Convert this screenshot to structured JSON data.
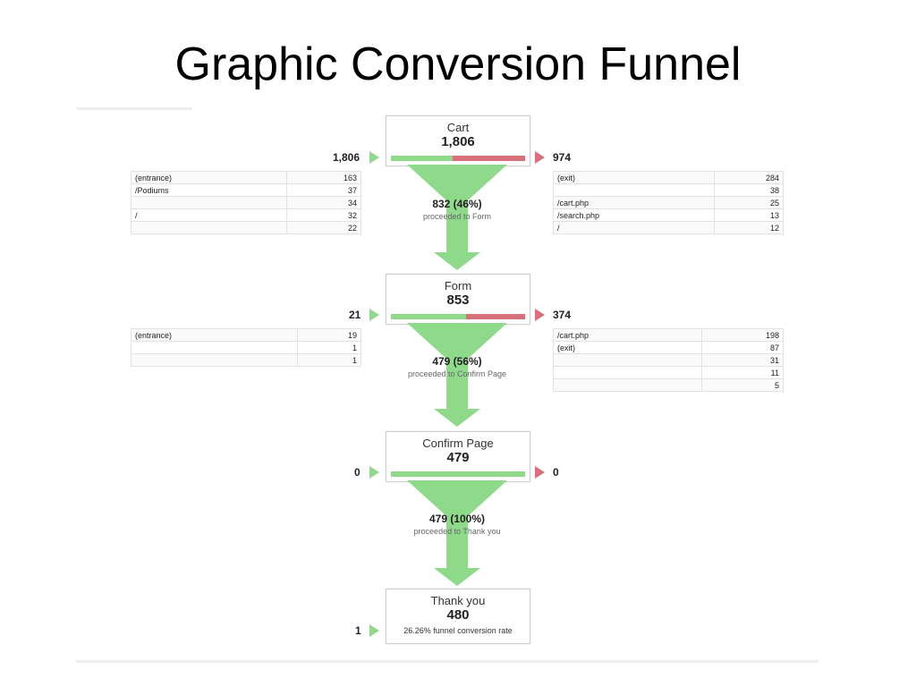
{
  "title": "Graphic Conversion Funnel",
  "colors": {
    "green": "#8fd98a",
    "red": "#d7707a"
  },
  "steps": [
    {
      "name": "Cart",
      "count": "1,806",
      "entries": "1,806",
      "exits": "974",
      "exit_share": 0.54,
      "entrance_sources": [
        {
          "label": "(entrance)",
          "value": "163"
        },
        {
          "label": "/Podiums",
          "value": "37"
        },
        {
          "label": "",
          "value": "34"
        },
        {
          "label": "/",
          "value": "32"
        },
        {
          "label": "",
          "value": "22"
        }
      ],
      "exit_destinations": [
        {
          "label": "(exit)",
          "value": "284"
        },
        {
          "label": "",
          "value": "38"
        },
        {
          "label": "/cart.php",
          "value": "25"
        },
        {
          "label": "/search.php",
          "value": "13"
        },
        {
          "label": "/",
          "value": "12"
        }
      ],
      "proceeded": {
        "value": "832 (46%)",
        "text": "proceeded to Form"
      }
    },
    {
      "name": "Form",
      "count": "853",
      "entries": "21",
      "exits": "374",
      "exit_share": 0.44,
      "entrance_sources": [
        {
          "label": "(entrance)",
          "value": "19"
        },
        {
          "label": "",
          "value": "1"
        },
        {
          "label": "",
          "value": "1"
        }
      ],
      "exit_destinations": [
        {
          "label": "/cart.php",
          "value": "198"
        },
        {
          "label": "(exit)",
          "value": "87"
        },
        {
          "label": "",
          "value": "31"
        },
        {
          "label": "",
          "value": "11"
        },
        {
          "label": "",
          "value": "5"
        }
      ],
      "proceeded": {
        "value": "479 (56%)",
        "text": "proceeded to Confirm Page"
      }
    },
    {
      "name": "Confirm Page",
      "count": "479",
      "entries": "0",
      "exits": "0",
      "exit_share": 0,
      "entrance_sources": [],
      "exit_destinations": [],
      "proceeded": {
        "value": "479 (100%)",
        "text": "proceeded to Thank you"
      }
    },
    {
      "name": "Thank you",
      "count": "480",
      "entries": "1",
      "conversion_rate": "26.26% funnel conversion rate"
    }
  ]
}
